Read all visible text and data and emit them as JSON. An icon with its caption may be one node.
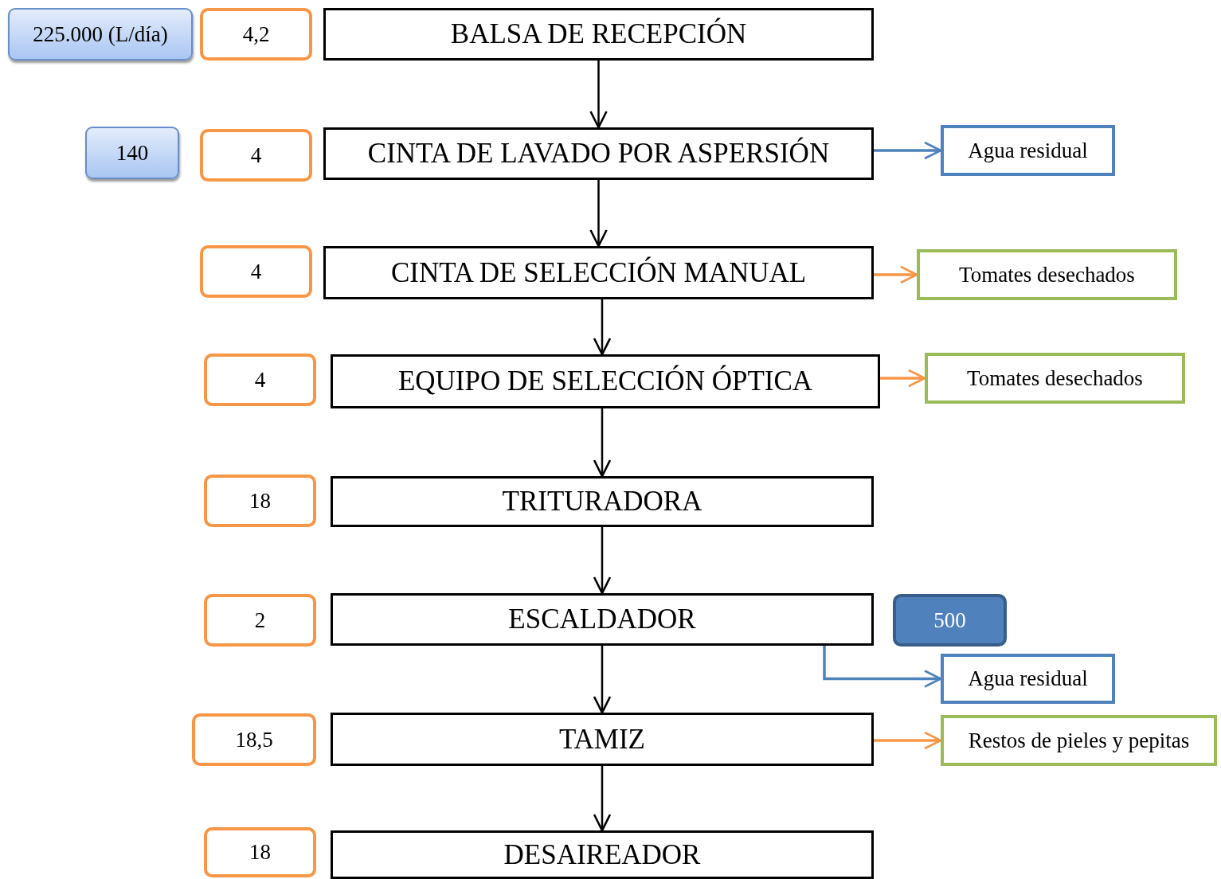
{
  "diagram": {
    "nodes": [
      {
        "text": [
          "225.000 (L/día)"
        ]
      },
      {
        "text": [
          "4,2"
        ]
      },
      {
        "text": [
          "BALSA DE RECEPCIÓN"
        ]
      },
      {
        "text": [
          "140"
        ]
      },
      {
        "text": [
          "4"
        ]
      },
      {
        "text": [
          "CINTA DE LAVADO POR ASPERSIÓN"
        ]
      },
      {
        "text": [
          "Agua residual"
        ]
      },
      {
        "text": [
          "4"
        ]
      },
      {
        "text": [
          "CINTA DE SELECCIÓN MANUAL"
        ]
      },
      {
        "text": [
          "Tomates desechados"
        ]
      },
      {
        "text": [
          "4"
        ]
      },
      {
        "text": [
          "EQUIPO DE SELECCIÓN ÓPTICA"
        ]
      },
      {
        "text": [
          "Tomates desechados"
        ]
      },
      {
        "text": [
          "18"
        ]
      },
      {
        "text": [
          "TRITURADORA"
        ]
      },
      {
        "text": [
          "2"
        ]
      },
      {
        "text": [
          "ESCALDADOR"
        ]
      },
      {
        "text": [
          "500"
        ]
      },
      {
        "text": [
          "Agua residual"
        ]
      },
      {
        "text": [
          "18,5"
        ]
      },
      {
        "text": [
          "TAMIZ"
        ]
      },
      {
        "text": [
          "Restos de pieles y pepitas"
        ]
      },
      {
        "text": [
          "18"
        ]
      },
      {
        "text": [
          "DESAIREADOR"
        ]
      }
    ],
    "edges": [
      {
        "from": 2,
        "to": 5,
        "arrow": "to"
      },
      {
        "from": 5,
        "to": 8,
        "arrow": "to"
      },
      {
        "from": 8,
        "to": 11,
        "arrow": "to"
      },
      {
        "from": 11,
        "to": 14,
        "arrow": "to"
      },
      {
        "from": 14,
        "to": 16,
        "arrow": "to"
      },
      {
        "from": 16,
        "to": 20,
        "arrow": "to"
      },
      {
        "from": 20,
        "to": 23,
        "arrow": "to"
      },
      {
        "from": 5,
        "to": 6,
        "arrow": "to",
        "color": "#4f81bd"
      },
      {
        "from": 8,
        "to": 9,
        "arrow": "to",
        "color": "#f79646"
      },
      {
        "from": 11,
        "to": 12,
        "arrow": "to",
        "color": "#f79646"
      },
      {
        "from": 16,
        "to": 18,
        "arrow": "to",
        "color": "#4f81bd"
      },
      {
        "from": 20,
        "to": 21,
        "arrow": "to",
        "color": "#f79646"
      }
    ]
  }
}
